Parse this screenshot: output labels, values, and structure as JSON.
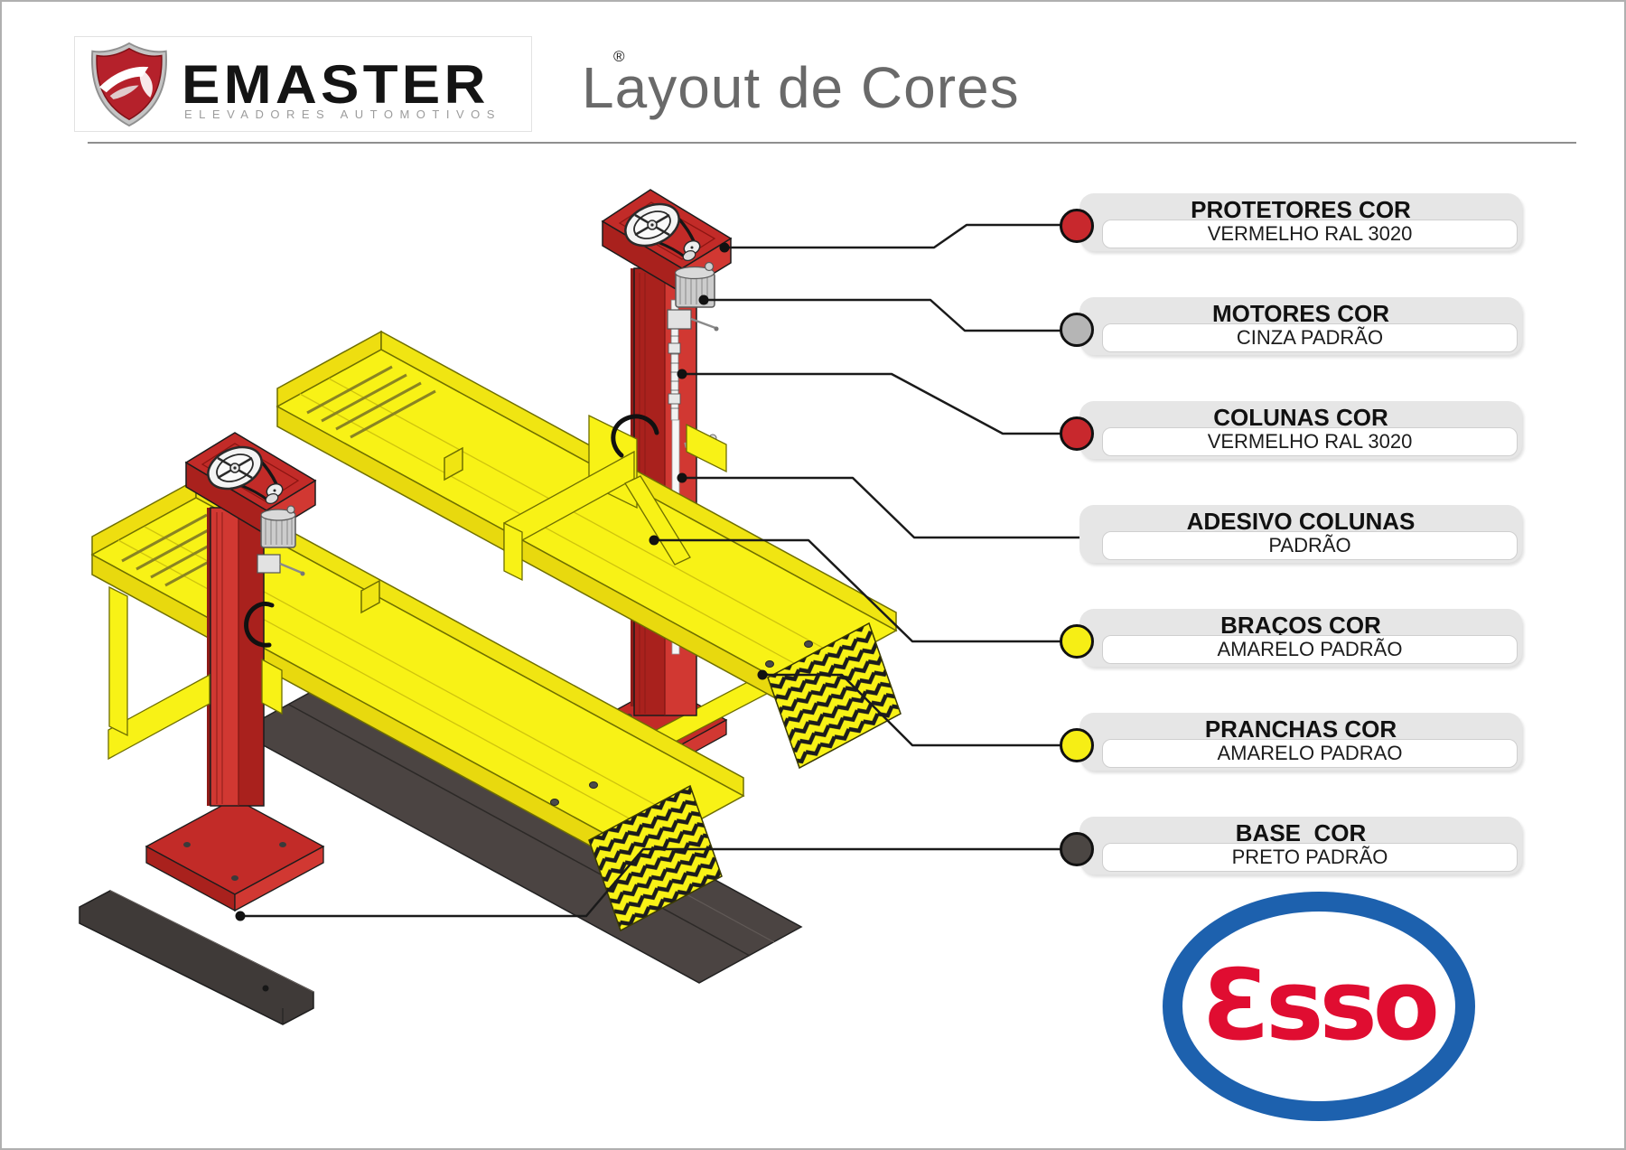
{
  "header": {
    "brand": "EMASTER",
    "registered": "®",
    "tagline": "ELEVADORES AUTOMOTIVOS",
    "title": "Layout de Cores"
  },
  "callouts": [
    {
      "part": "protetores",
      "title": "PROTETORES COR",
      "subtitle": "VERMELHO RAL 3020",
      "swatch": "#c8282d"
    },
    {
      "part": "motores",
      "title": "MOTORES COR",
      "subtitle": "CINZA PADRÃO",
      "swatch": "#b5b5b5"
    },
    {
      "part": "colunas",
      "title": "COLUNAS COR",
      "subtitle": "VERMELHO RAL 3020",
      "swatch": "#c8282d"
    },
    {
      "part": "adesivo",
      "title": "ADESIVO COLUNAS",
      "subtitle": "PADRÃO",
      "swatch": null
    },
    {
      "part": "bracos",
      "title": "BRAÇOS COR",
      "subtitle": "AMARELO PADRÃO",
      "swatch": "#f6ee15"
    },
    {
      "part": "pranchas",
      "title": "PRANCHAS COR",
      "subtitle": "AMARELO PADRAO",
      "swatch": "#f6ee15"
    },
    {
      "part": "base",
      "title": "BASE  COR",
      "subtitle": "PRETO PADRÃO",
      "swatch": "#4b4643"
    }
  ],
  "esso": {
    "brand": "Esso",
    "wordmark": "Ɛsso"
  },
  "colors": {
    "red": "#d13832",
    "redDark": "#a9211d",
    "redCap": "#c22b28",
    "yellow": "#f8f216",
    "yellowDark": "#e8d90e",
    "oliveEdge": "#6f6f00",
    "motorGray": "#cccccc",
    "track": "#4b4442",
    "beam": "#3f3a38",
    "essoBlue": "#1d61ae",
    "essoRed": "#e00d31",
    "line": "#1a1a1a"
  }
}
